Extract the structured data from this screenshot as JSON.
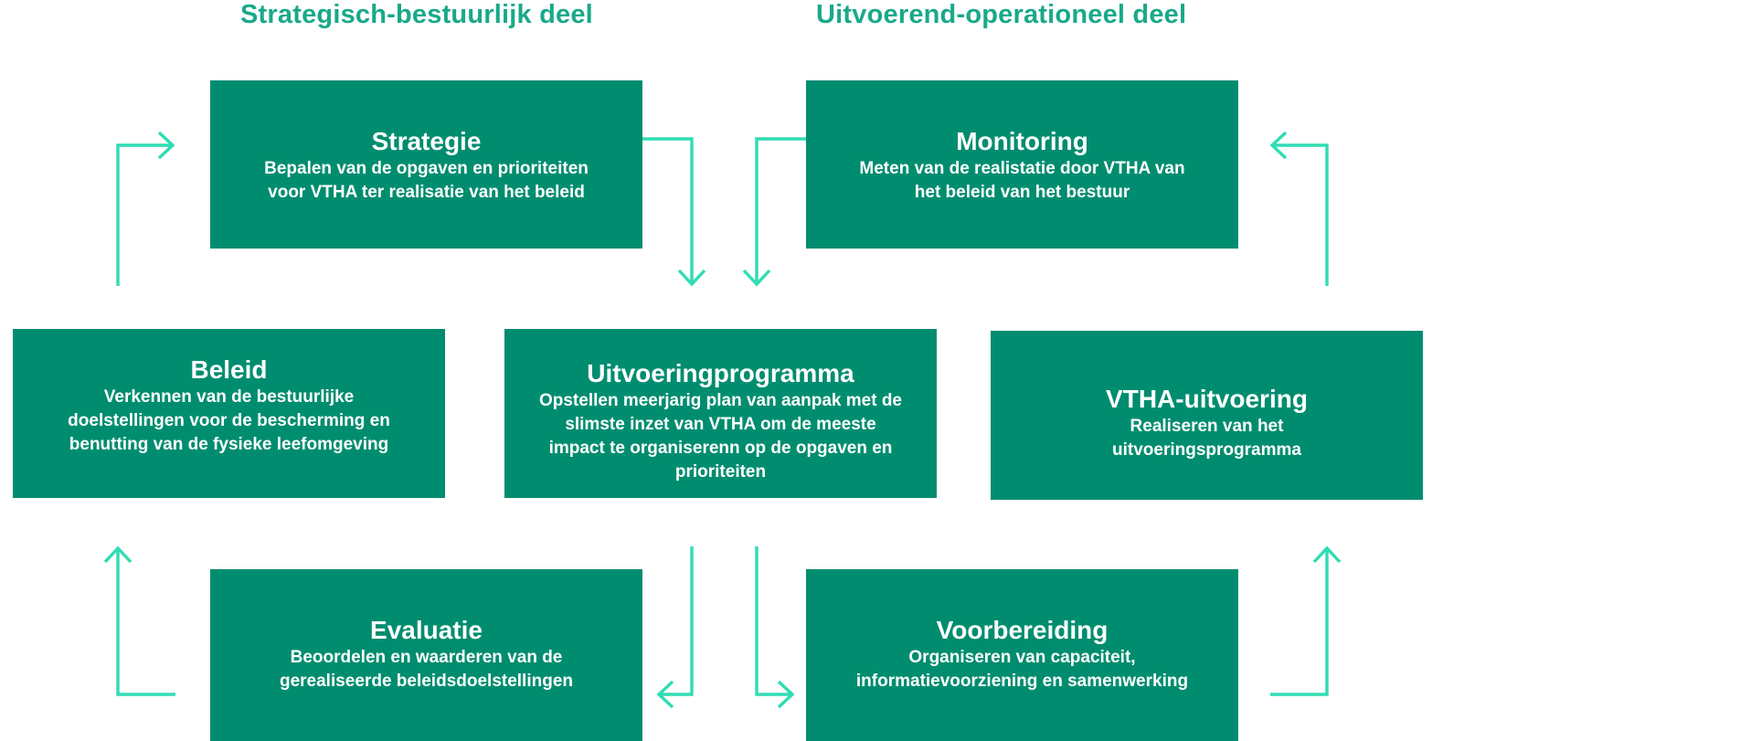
{
  "headings": {
    "left": "Strategisch-bestuurlijk deel",
    "right": "Uitvoerend-operationeel deel"
  },
  "boxes": {
    "strategie": {
      "title": "Strategie",
      "lines": [
        "Bepalen van de opgaven en prioriteiten",
        "voor VTHA ter realisatie van het beleid"
      ]
    },
    "monitoring": {
      "title": "Monitoring",
      "lines": [
        "Meten van de realistatie door VTHA van",
        "het beleid van het bestuur"
      ]
    },
    "beleid": {
      "title": "Beleid",
      "lines": [
        "Verkennen van de bestuurlijke",
        "doelstellingen voor de bescherming en",
        "benutting van de fysieke leefomgeving"
      ]
    },
    "uitvoeringprogramma": {
      "title": "Uitvoeringprogramma",
      "lines": [
        "Opstellen meerjarig plan van aanpak met de",
        "slimste inzet van VTHA om de meeste",
        "impact te organiserenn op de opgaven en",
        "prioriteiten"
      ]
    },
    "vtha_uitvoering": {
      "title": "VTHA-uitvoering",
      "lines": [
        "Realiseren van het",
        "uitvoeringsprogramma"
      ]
    },
    "evaluatie": {
      "title": "Evaluatie",
      "lines": [
        "Beoordelen en waarderen van de",
        "gerealiseerde beleidsdoelstellingen"
      ]
    },
    "voorbereiding": {
      "title": "Voorbereiding",
      "lines": [
        "Organiseren van capaciteit,",
        "informatievoorziening en samenwerking"
      ]
    }
  },
  "colors": {
    "box_fill": "#008d6f",
    "box_text": "#ffffff",
    "heading_text": "#19a98a",
    "arrow": "#2fdcb4"
  }
}
